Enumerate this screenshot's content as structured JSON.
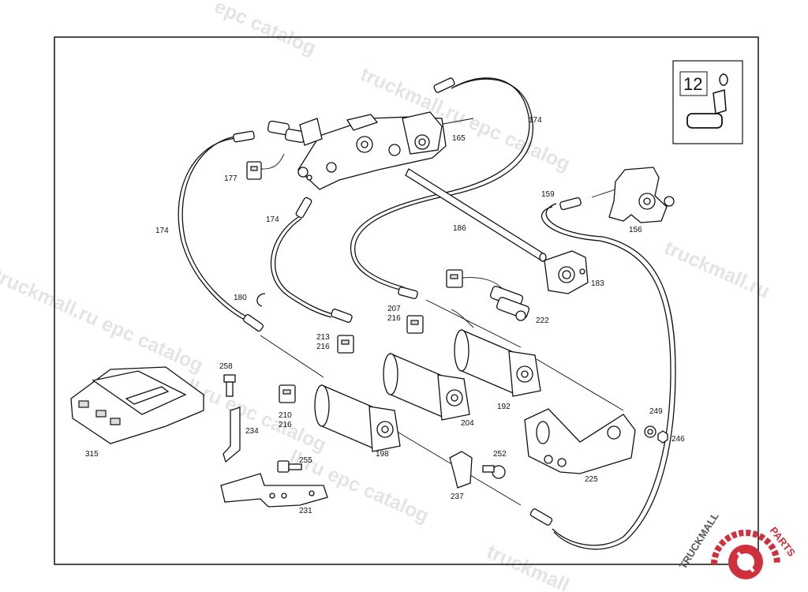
{
  "watermark": {
    "text_1": "epc catalog",
    "text_2": "truckmall.ru epc catalog",
    "text_3": "truckmall.ru epc catalog",
    "text_4": "truckmall.ru",
    "text_5": "ll.ru epc catalog",
    "text_6": "ll.ru epc catalog",
    "text_7": "truckmall"
  },
  "inset": {
    "digits": "12"
  },
  "labels": {
    "p165": "165",
    "p174_top": "174",
    "p174_mid": "174",
    "p174_left": "174",
    "p177": "177",
    "p159": "159",
    "p156": "156",
    "p186": "186",
    "p183": "183",
    "p180": "180",
    "p207": "207",
    "p216_a": "216",
    "p222": "222",
    "p213": "213",
    "p216_b": "216",
    "p258": "258",
    "p210": "210",
    "p216_c": "216",
    "p204": "204",
    "p192": "192",
    "p234": "234",
    "p315": "315",
    "p198": "198",
    "p249": "249",
    "p246": "246",
    "p255": "255",
    "p252": "252",
    "p225": "225",
    "p237": "237",
    "p231": "231"
  },
  "logo": {
    "text_a": "TRUCKMALL",
    "text_b": "PARTS",
    "accent_color": "#d0303c"
  }
}
